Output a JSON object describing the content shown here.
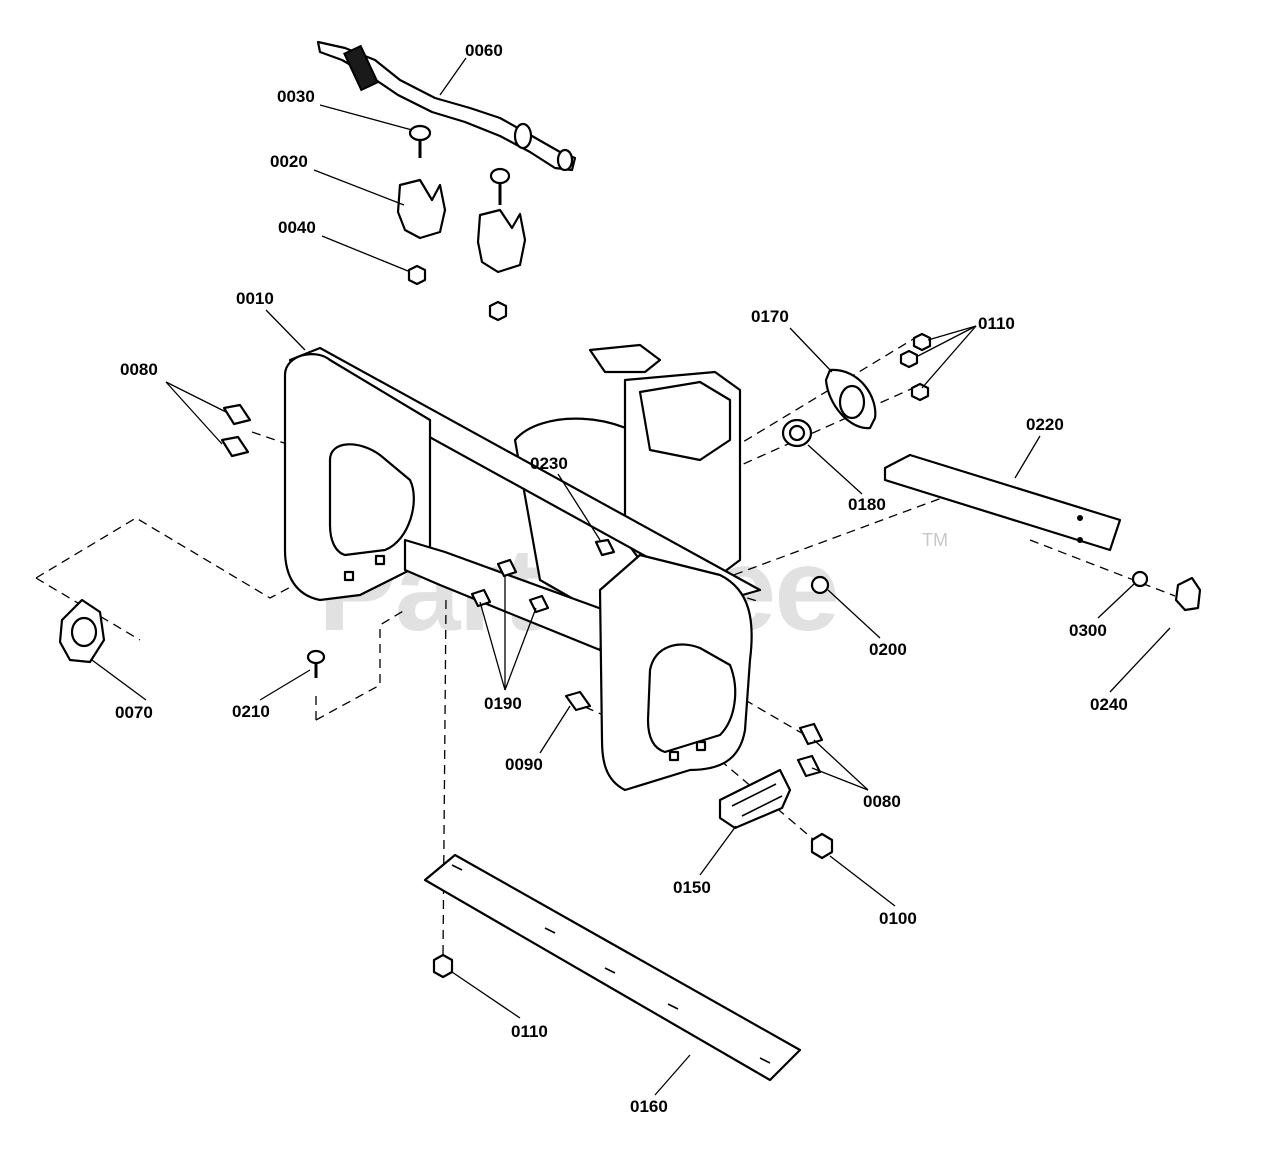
{
  "watermark": {
    "text": "PartsTree",
    "trademark": "TM"
  },
  "callouts": [
    {
      "id": "0060",
      "label": "0060"
    },
    {
      "id": "0030",
      "label": "0030"
    },
    {
      "id": "0020",
      "label": "0020"
    },
    {
      "id": "0040",
      "label": "0040"
    },
    {
      "id": "0010",
      "label": "0010"
    },
    {
      "id": "0080a",
      "label": "0080"
    },
    {
      "id": "0170",
      "label": "0170"
    },
    {
      "id": "0110a",
      "label": "0110"
    },
    {
      "id": "0220",
      "label": "0220"
    },
    {
      "id": "0180",
      "label": "0180"
    },
    {
      "id": "0230",
      "label": "0230"
    },
    {
      "id": "0200",
      "label": "0200"
    },
    {
      "id": "0300",
      "label": "0300"
    },
    {
      "id": "0240",
      "label": "0240"
    },
    {
      "id": "0070",
      "label": "0070"
    },
    {
      "id": "0210",
      "label": "0210"
    },
    {
      "id": "0190",
      "label": "0190"
    },
    {
      "id": "0090",
      "label": "0090"
    },
    {
      "id": "0080b",
      "label": "0080"
    },
    {
      "id": "0150",
      "label": "0150"
    },
    {
      "id": "0100",
      "label": "0100"
    },
    {
      "id": "0110b",
      "label": "0110"
    },
    {
      "id": "0160",
      "label": "0160"
    }
  ]
}
